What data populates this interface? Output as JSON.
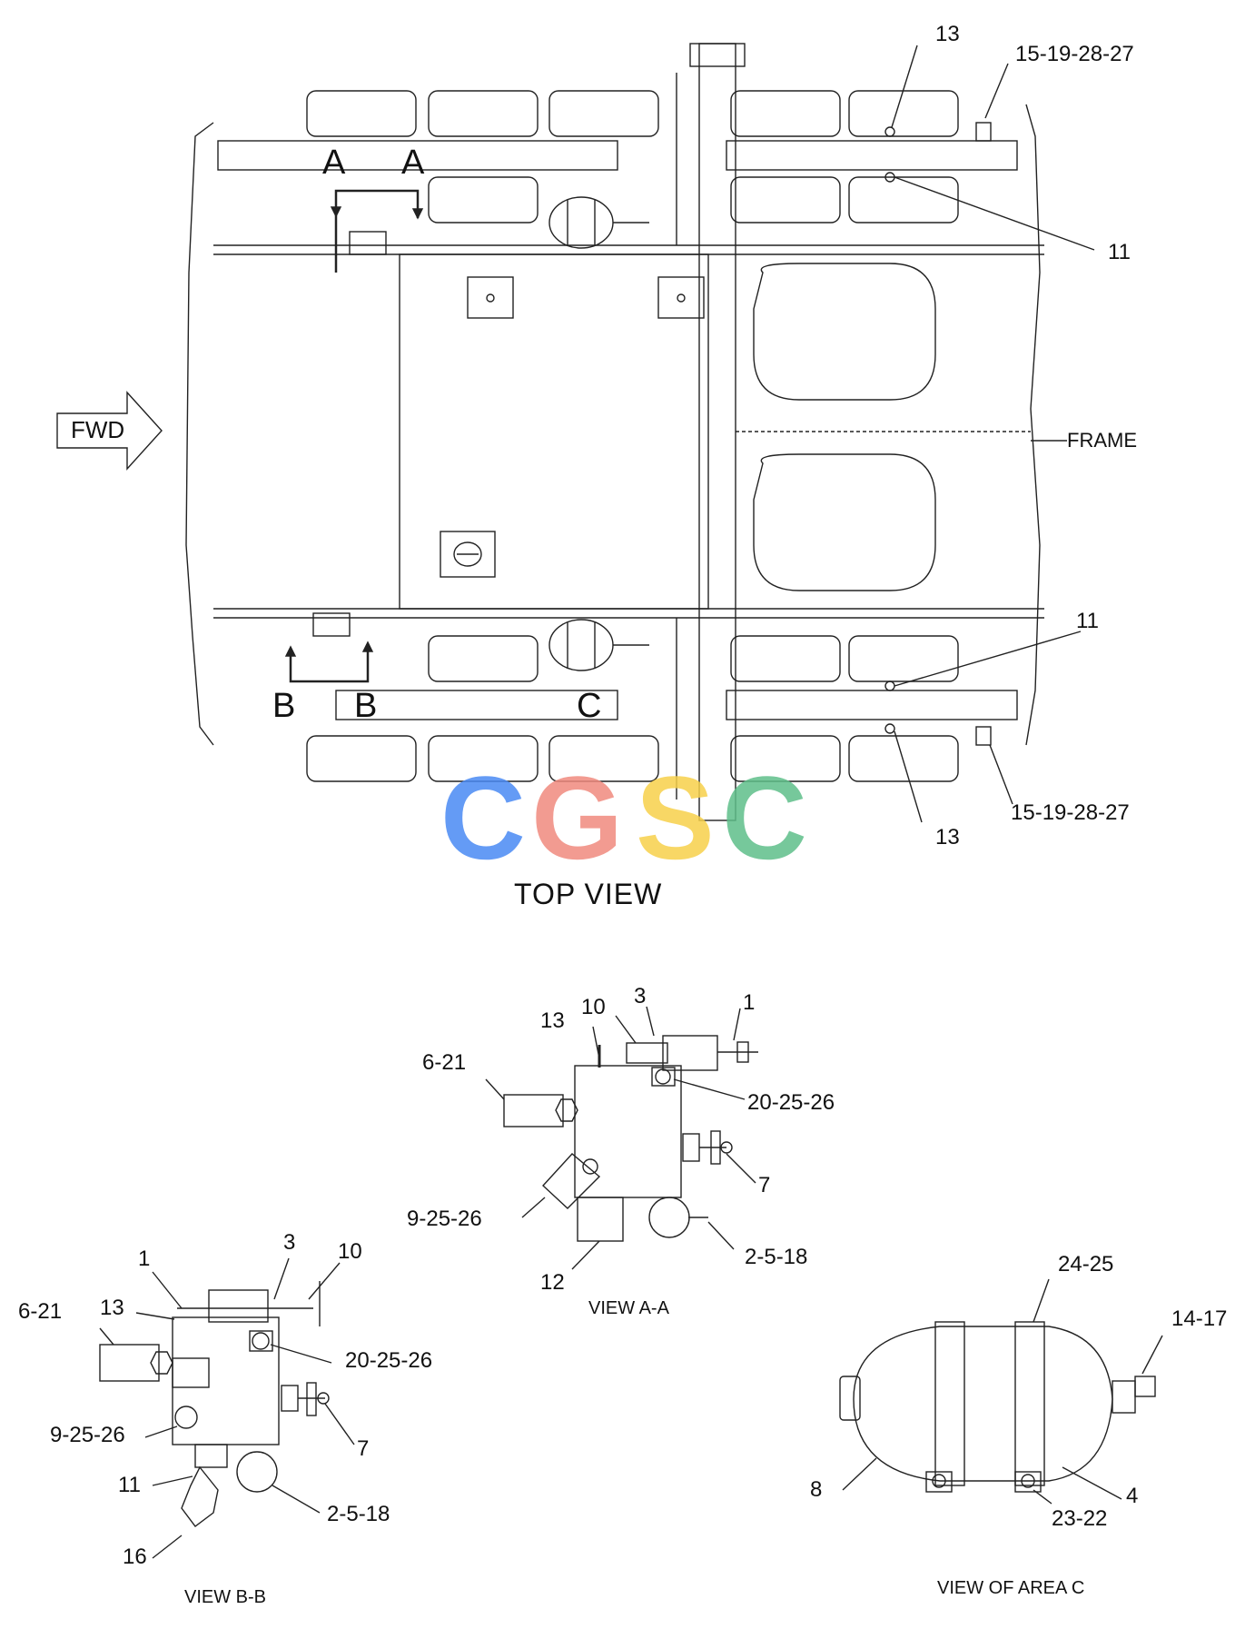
{
  "watermark": {
    "letters": [
      "C",
      "G",
      "S",
      "C"
    ],
    "colors": [
      "#4a8af4",
      "#f08a7e",
      "#f7d14b",
      "#5fbf8a"
    ]
  },
  "top_view": {
    "title": "TOP VIEW",
    "fwd_label": "FWD",
    "frame_label": "FRAME",
    "section_markers": {
      "a_left": "A",
      "a_right": "A",
      "b_left": "B",
      "b_right": "B",
      "c": "C"
    },
    "callouts": {
      "c13_top": "13",
      "c15_top": "15-19-28-27",
      "c11_top": "11",
      "c11_bottom": "11",
      "c15_bottom": "15-19-28-27",
      "c13_bottom": "13"
    }
  },
  "view_aa": {
    "caption": "VIEW A-A",
    "callouts": {
      "c10": "10",
      "c3": "3",
      "c1": "1",
      "c13": "13",
      "c6_21": "6-21",
      "c20_25_26": "20-25-26",
      "c7": "7",
      "c9_25_26": "9-25-26",
      "c2_5_18": "2-5-18",
      "c12": "12"
    }
  },
  "view_bb": {
    "caption": "VIEW B-B",
    "callouts": {
      "c1": "1",
      "c3": "3",
      "c10": "10",
      "c13": "13",
      "c6_21": "6-21",
      "c20_25_26": "20-25-26",
      "c7": "7",
      "c9_25_26": "9-25-26",
      "c11": "11",
      "c2_5_18": "2-5-18",
      "c16": "16"
    }
  },
  "view_c": {
    "caption": "VIEW OF AREA C",
    "callouts": {
      "c24_25": "24-25",
      "c14_17": "14-17",
      "c8": "8",
      "c4": "4",
      "c23_22": "23-22"
    }
  }
}
